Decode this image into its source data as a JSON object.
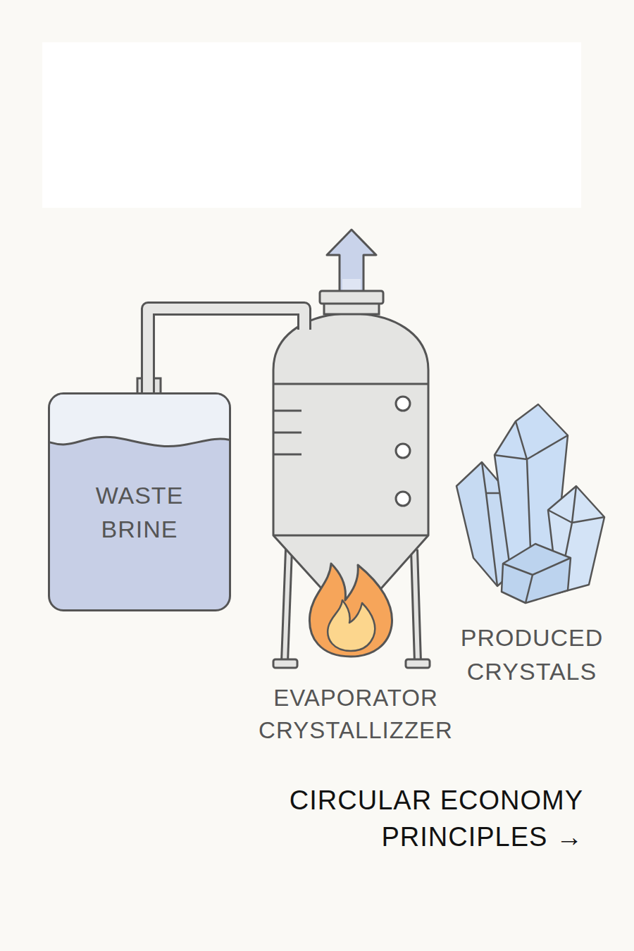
{
  "diagram": {
    "nodes": [
      {
        "text": [
          "WASTE BRINE"
        ]
      },
      {
        "text": [
          "EVAPORATOR CRYSTALLIZZER"
        ]
      },
      {
        "text": [
          "PRODUCED CRYSTALS"
        ]
      }
    ],
    "edges": [
      {
        "from": 0,
        "to": 1,
        "arrow": "none"
      }
    ],
    "labels": [
      "CIRCULAR ECONOMY PRINCIPLES →"
    ]
  }
}
